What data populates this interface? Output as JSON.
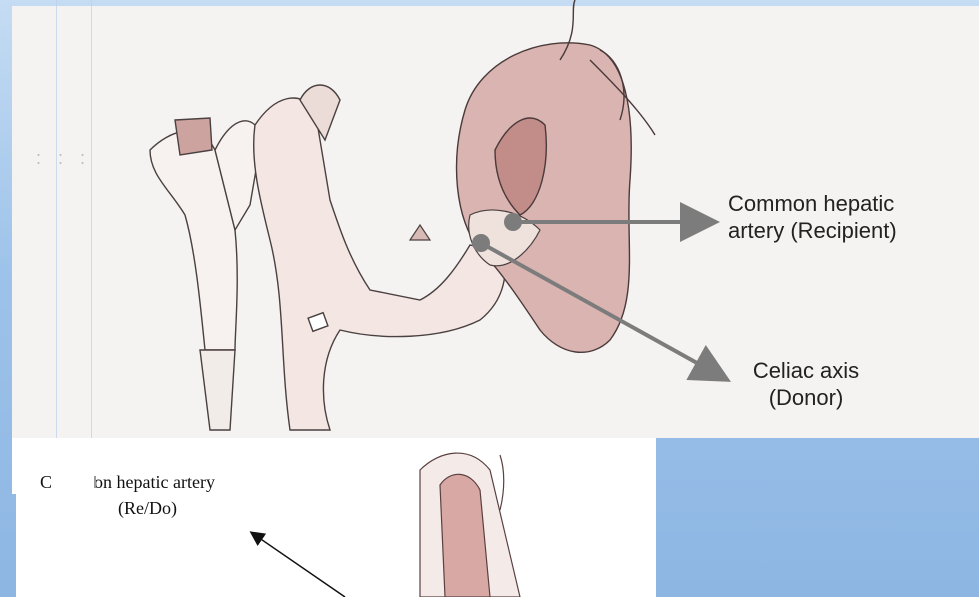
{
  "labels": {
    "common_hepatic_line1": "Common hepatic",
    "common_hepatic_line2": "artery (Recipient)",
    "celiac_line1": "Celiac axis",
    "celiac_line2": "(Donor)",
    "lower_label_line1_start": "C",
    "lower_label_line1_end": "on hepatic artery",
    "lower_label_line2": "(Re/Do)"
  },
  "colors": {
    "background_blue": "#9ec3ea",
    "arrow_gray": "#7c7c7c",
    "vessel_tint": "#c98f8f"
  }
}
